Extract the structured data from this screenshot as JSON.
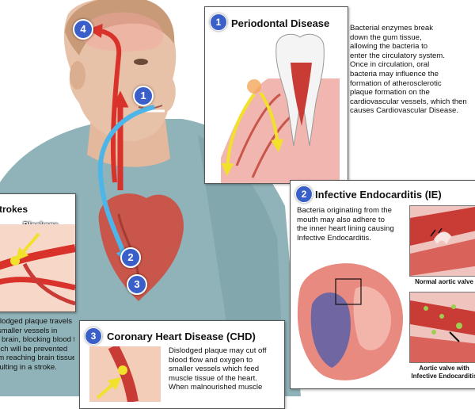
{
  "body_markers": [
    "1",
    "2",
    "3",
    "4"
  ],
  "periodontal": {
    "number": "1",
    "title": "Periodontal Disease",
    "text_lines": [
      "Bacterial enzymes break",
      "down the gum tissue,",
      "allowing the bacteria to",
      "enter the circulatory system.",
      "Once in circulation, oral",
      "bacteria may influence the",
      "formation of atherosclerotic",
      "plaque formation on the",
      "cardiovascular vessels, which then",
      "causes Cardiovascular Disease."
    ]
  },
  "endocarditis": {
    "number": "2",
    "title": "Infective Endocarditis (IE)",
    "text_lines": [
      "Bacteria originating from the",
      "mouth may also adhere to",
      "the inner heart lining causing",
      "Infective Endocarditis."
    ],
    "normal_caption": "Normal aortic valve",
    "infected_caption_lines": [
      "Aortic valve with",
      "Infective Endocarditis"
    ]
  },
  "strokes": {
    "title": "Strokes",
    "blockage_label": "Blockage",
    "text_lines": [
      "Dislodged plaque travels",
      "to smaller vessels in",
      "the brain, blocking blood flow,",
      "which will be prevented",
      "from reaching brain tissue",
      "resulting in a stroke."
    ]
  },
  "chd": {
    "number": "3",
    "title": "Coronary Heart Disease (CHD)",
    "text_lines": [
      "Dislodged plaque may cut off",
      "blood flow and oxygen to",
      "smaller vessels which feed",
      "muscle tissue of the heart.",
      "When malnourished muscle"
    ]
  },
  "colors": {
    "badge": "#3a5fc8",
    "artery_red": "#d9322b",
    "blue_arrow": "#4db5e8",
    "yellow_arrow": "#f2e12a",
    "skin": "#e8c2a8",
    "shirt": "#8fb3b8"
  }
}
